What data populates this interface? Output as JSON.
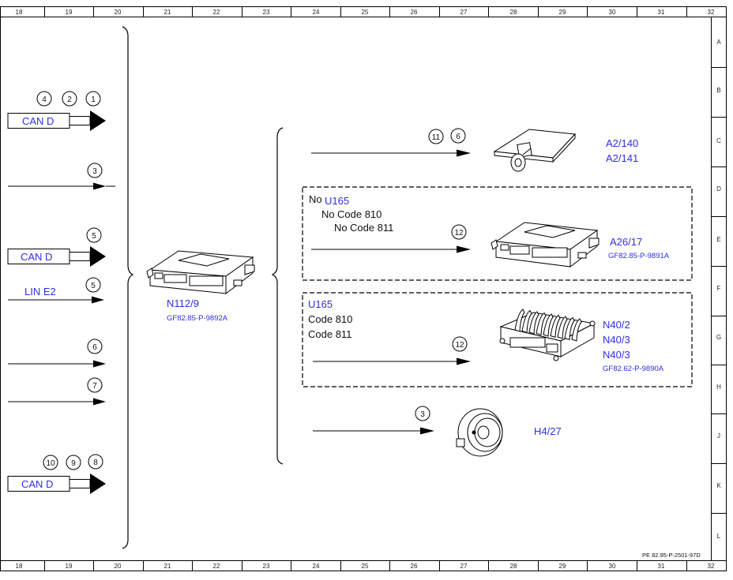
{
  "ruler": {
    "columns": [
      "18",
      "19",
      "20",
      "21",
      "22",
      "23",
      "24",
      "25",
      "26",
      "27",
      "28",
      "29",
      "30",
      "31",
      "32"
    ],
    "rows": [
      "A",
      "B",
      "C",
      "D",
      "E",
      "F",
      "G",
      "H",
      "J",
      "K",
      "L"
    ]
  },
  "left_inputs": {
    "can1": {
      "label": "CAN D",
      "refs": [
        "4",
        "2",
        "1"
      ]
    },
    "line3": {
      "ref": "3"
    },
    "can2": {
      "label": "CAN D",
      "ref": "5"
    },
    "lin": {
      "label": "LIN E2",
      "ref": "5"
    },
    "line6": {
      "ref": "6"
    },
    "line7": {
      "ref": "7"
    },
    "can3": {
      "label": "CAN D",
      "refs": [
        "10",
        "9",
        "8"
      ]
    }
  },
  "central_unit": {
    "name": "N112/9",
    "ref_doc": "GF82.85-P-9892A"
  },
  "outputs": {
    "a2": {
      "refs": [
        "11",
        "6"
      ],
      "names": [
        "A2/140",
        "A2/141"
      ],
      "icon": "antenna-module-icon"
    },
    "box1": {
      "no1": "No",
      "code_u165": "U165",
      "no2": "No",
      "code_810": "Code 810",
      "no3": "No",
      "code_811": "Code 811",
      "ref": "12",
      "name": "A26/17",
      "ref_doc": "GF82.85-P-9891A",
      "icon": "control-unit-icon"
    },
    "box2": {
      "code_u165": "U165",
      "code_810": "Code 810",
      "code_811": "Code 811",
      "ref": "12",
      "names": [
        "N40/2",
        "N40/3",
        "N40/3"
      ],
      "ref_doc": "GF82.62-P-9890A",
      "icon": "amplifier-heatsink-icon"
    },
    "h4": {
      "ref": "3",
      "name": "H4/27",
      "icon": "speaker-icon"
    }
  },
  "footer": {
    "drawing_id": "PE 82.95-P-2501-97D"
  }
}
